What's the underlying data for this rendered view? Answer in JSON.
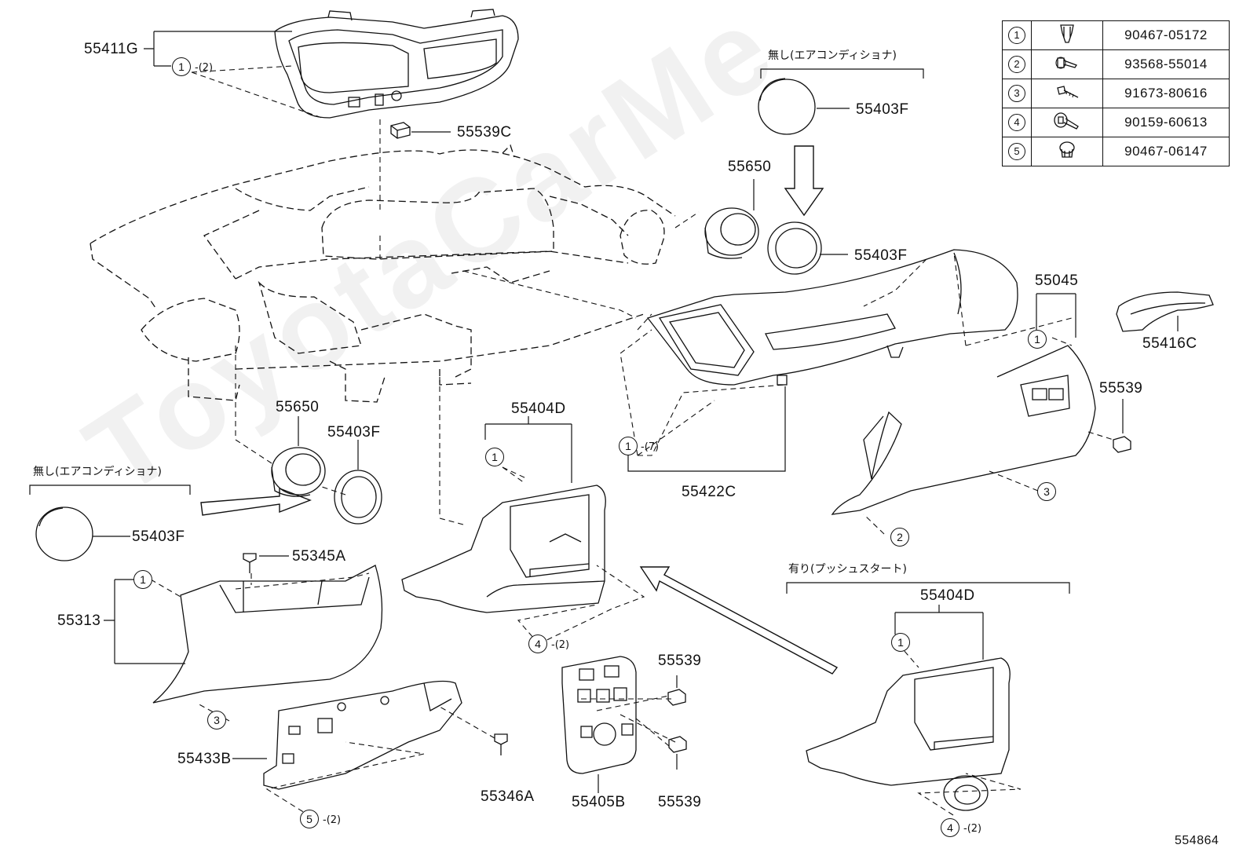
{
  "watermark": "ToyotaCarMe",
  "diagram_id": "554864",
  "fastener_table": [
    {
      "ref": "1",
      "icon": "clip-icon",
      "part": "90467-05172"
    },
    {
      "ref": "2",
      "icon": "bolt-icon",
      "part": "93568-55014"
    },
    {
      "ref": "3",
      "icon": "screw-icon",
      "part": "91673-80616"
    },
    {
      "ref": "4",
      "icon": "bolt-washer-icon",
      "part": "90159-60613"
    },
    {
      "ref": "5",
      "icon": "push-clip-icon",
      "part": "90467-06147"
    }
  ],
  "notes": {
    "no_aircon": "無し(エアコンディショナ)",
    "with_push_start": "有り(プッシュスタート)"
  },
  "parts": {
    "p55411G": "55411G",
    "p55539C": "55539C",
    "p55403F_top": "55403F",
    "p55403F_mid": "55403F",
    "p55403F_left": "55403F",
    "p55403F_lower": "55403F",
    "p55650_right": "55650",
    "p55650_left": "55650",
    "p55045": "55045",
    "p55416C": "55416C",
    "p55539_right": "55539",
    "p55422C": "55422C",
    "p55404D_center": "55404D",
    "p55404D_right": "55404D",
    "p55345A": "55345A",
    "p55313": "55313",
    "p55433B": "55433B",
    "p55346A": "55346A",
    "p55405B": "55405B",
    "p55539_a": "55539",
    "p55539_b": "55539"
  },
  "callouts": {
    "c1_top": {
      "ref": "1",
      "qty": "-(2)"
    },
    "c1_55422": {
      "ref": "1",
      "qty": "-(7)"
    },
    "c1_55404D": {
      "ref": "1"
    },
    "c1_55045": {
      "ref": "1"
    },
    "c3_55045": {
      "ref": "3"
    },
    "c2_55045": {
      "ref": "2"
    },
    "c4_center": {
      "ref": "4",
      "qty": "-(2)"
    },
    "c1_55313": {
      "ref": "1"
    },
    "c3_55313": {
      "ref": "3"
    },
    "c5_55433": {
      "ref": "5",
      "qty": "-(2)"
    },
    "c1_right404": {
      "ref": "1"
    },
    "c4_right": {
      "ref": "4",
      "qty": "-(2)"
    }
  }
}
